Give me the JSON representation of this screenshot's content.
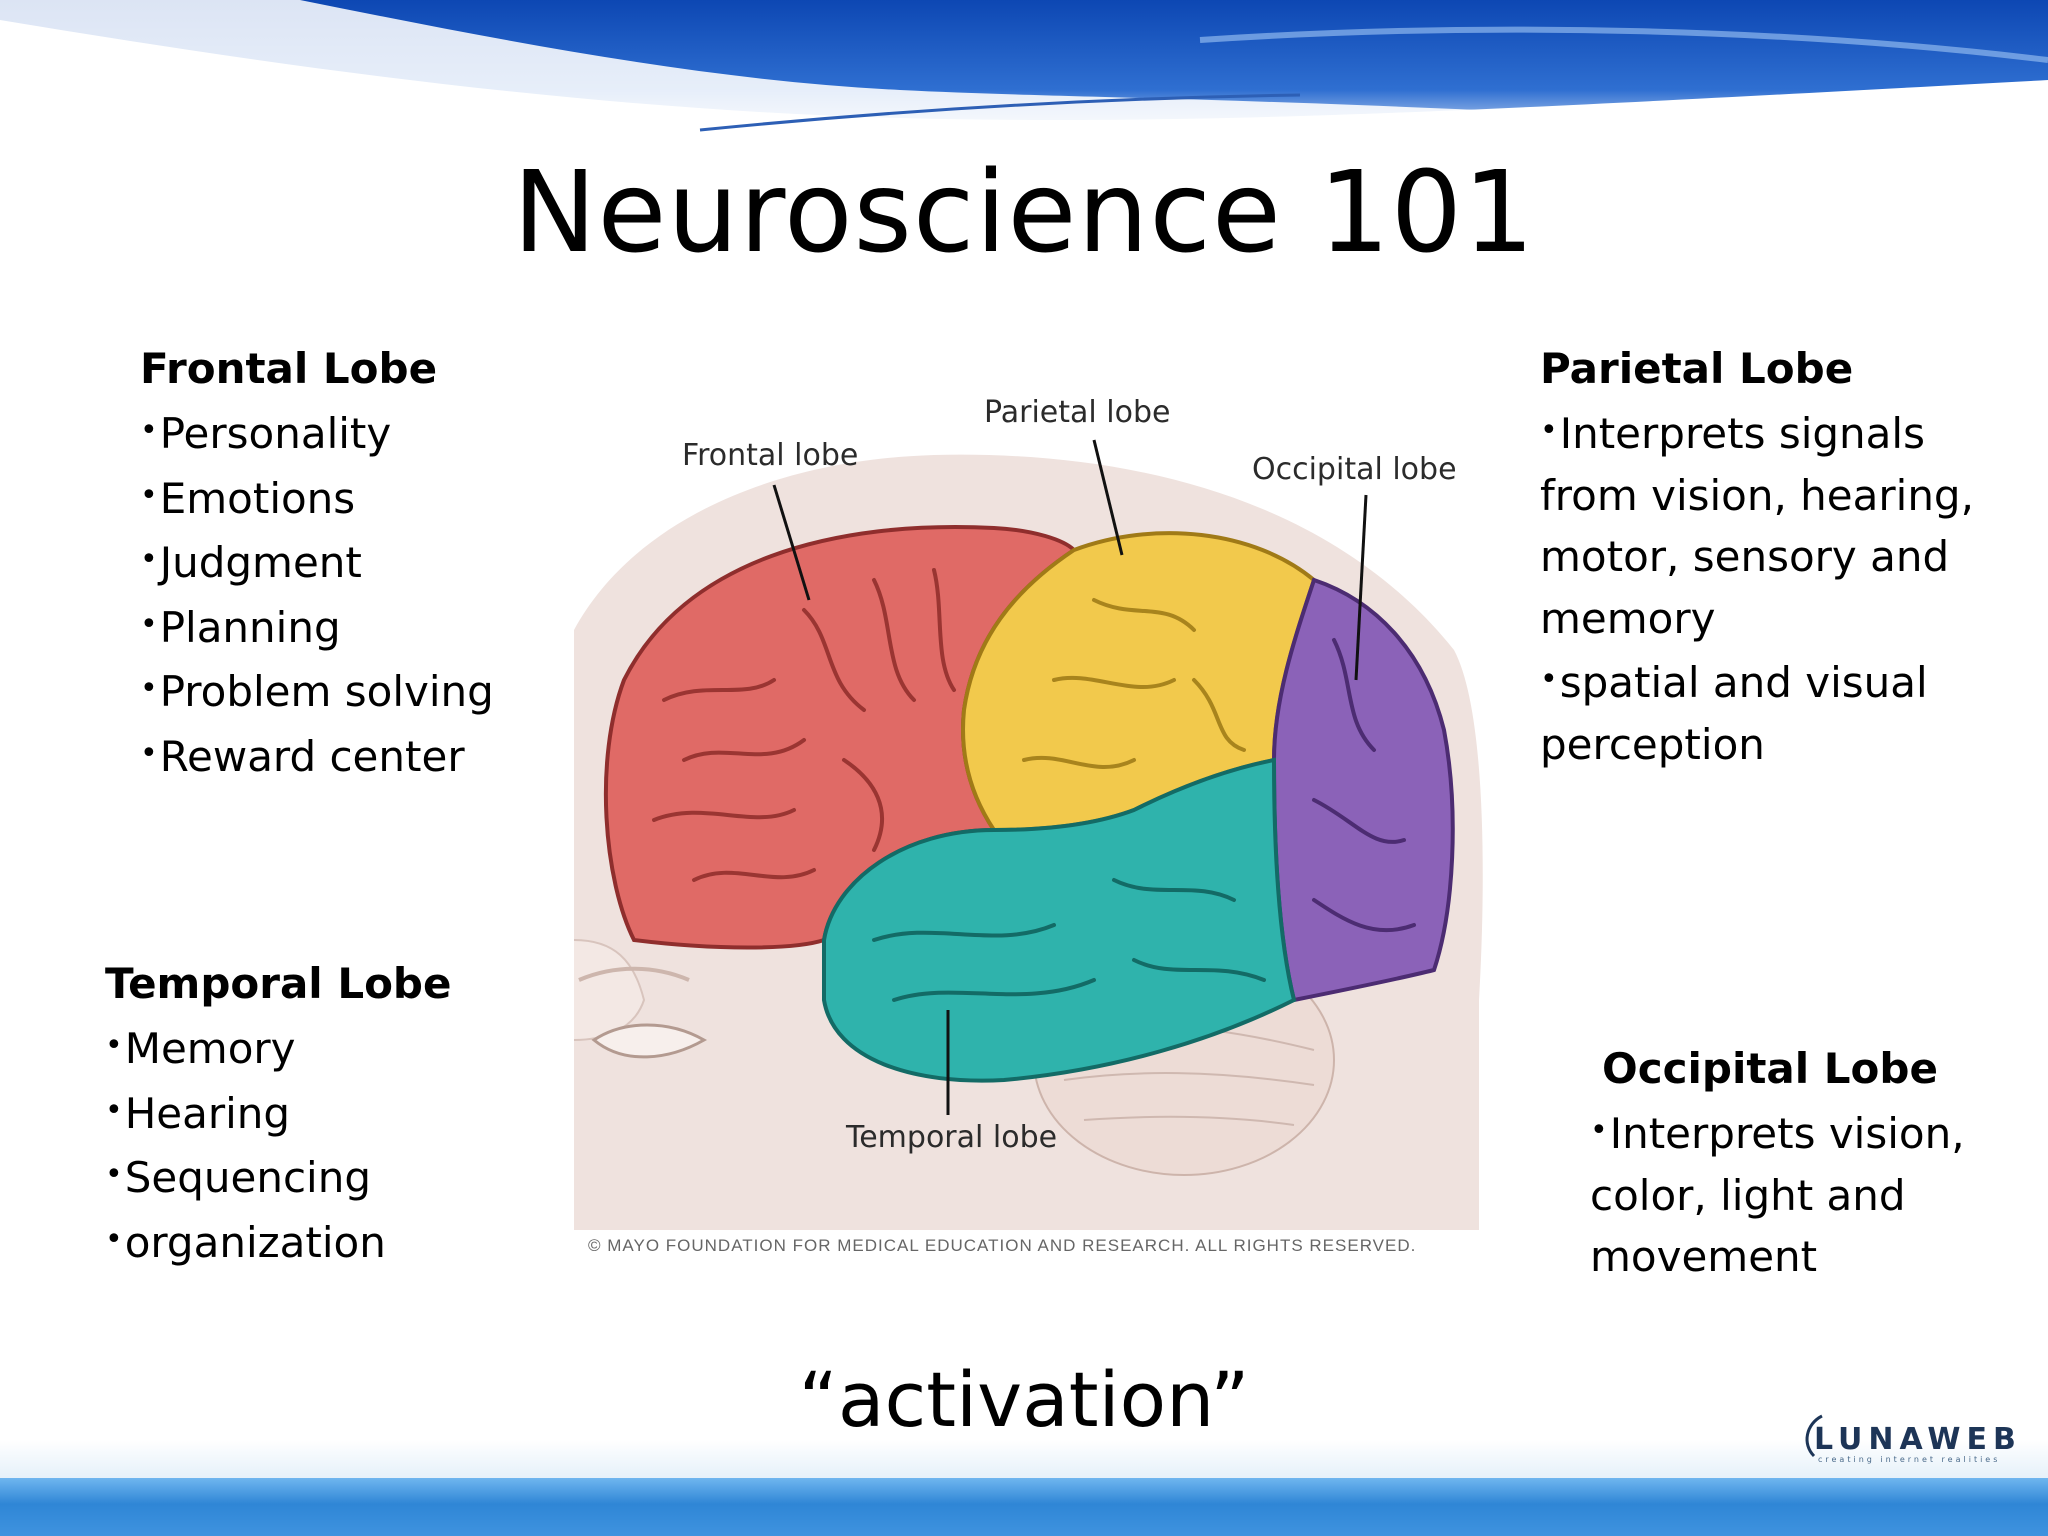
{
  "slide": {
    "title": "Neuroscience 101",
    "footer_word": "“activation”"
  },
  "frontal": {
    "heading": "Frontal Lobe",
    "items": [
      "Personality",
      "Emotions",
      "Judgment",
      "Planning",
      "Problem solving",
      "Reward center"
    ]
  },
  "parietal": {
    "heading": "Parietal Lobe",
    "items": [
      "Interprets signals from vision, hearing, motor, sensory and memory",
      "spatial and visual perception"
    ]
  },
  "temporal": {
    "heading": "Temporal Lobe",
    "items": [
      "Memory",
      "Hearing",
      "Sequencing",
      "organization"
    ]
  },
  "occipital": {
    "heading": "Occipital Lobe",
    "items": [
      "Interprets vision, color, light  and movement"
    ]
  },
  "figure": {
    "labels": {
      "frontal": "Frontal lobe",
      "parietal": "Parietal lobe",
      "occipital": "Occipital lobe",
      "temporal": "Temporal lobe"
    },
    "copyright": "© MAYO FOUNDATION FOR MEDICAL EDUCATION AND RESEARCH. ALL RIGHTS RESERVED.",
    "colors": {
      "frontal": "#e06a66",
      "parietal": "#f2c94c",
      "occipital": "#8b62b8",
      "temporal": "#2fb3ac",
      "head": "#efe2de",
      "cerebellum": "#eddcd6"
    }
  },
  "logo": {
    "name": "LUNAWEB",
    "tagline": "creating internet realities"
  },
  "colors": {
    "header_blue": "#1a55b8",
    "footer_blue": "#2f86d6"
  }
}
